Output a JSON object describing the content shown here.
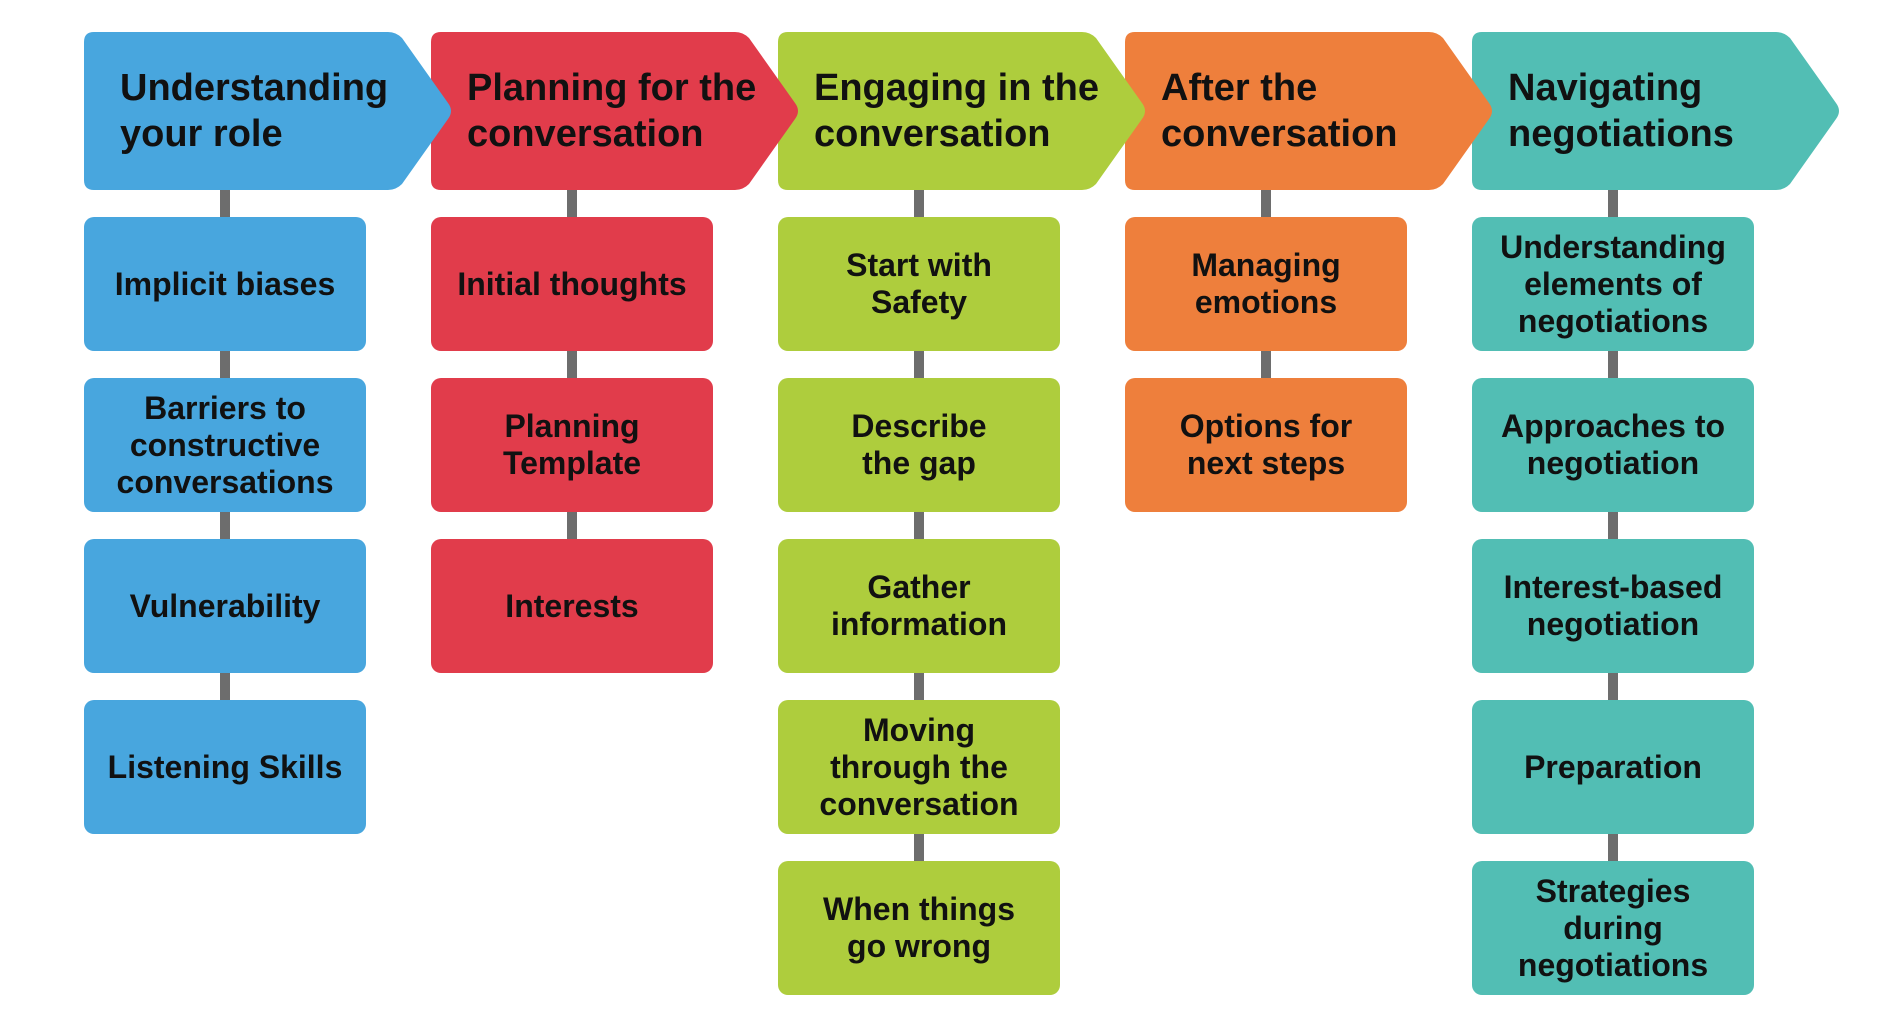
{
  "columns": [
    {
      "header": "Understanding\nyour role",
      "color": "#48A6DE",
      "items": [
        "Implicit biases",
        "Barriers to\nconstructive\nconversations",
        "Vulnerability",
        "Listening Skills"
      ]
    },
    {
      "header": "Planning for the\nconversation",
      "color": "#E13C4B",
      "items": [
        "Initial thoughts",
        "Planning\nTemplate",
        "Interests"
      ]
    },
    {
      "header": "Engaging in the\nconversation",
      "color": "#AECD3D",
      "items": [
        "Start with\nSafety",
        "Describe\nthe gap",
        "Gather\ninformation",
        "Moving\nthrough the\nconversation",
        "When things\ngo wrong"
      ]
    },
    {
      "header": "After the\nconversation",
      "color": "#EE7F3C",
      "items": [
        "Managing\nemotions",
        "Options for\nnext steps"
      ]
    },
    {
      "header": "Navigating\nnegotiations",
      "color": "#52BEB4",
      "items": [
        "Understanding\nelements of\nnegotiations",
        "Approaches to\nnegotiation",
        "Interest-based\nnegotiation",
        "Preparation",
        "Strategies\nduring\nnegotiations"
      ]
    }
  ]
}
